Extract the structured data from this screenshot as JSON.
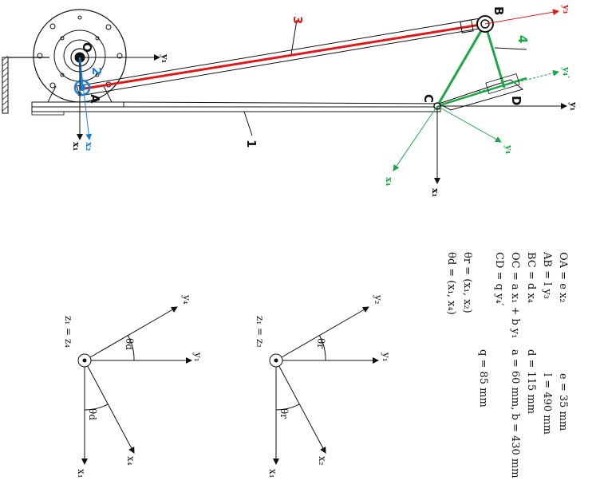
{
  "labels": {
    "part1": "1",
    "part2": "2",
    "part3": "3",
    "part4": "4",
    "pointO": "O",
    "pointA": "A",
    "pointB": "B",
    "pointC": "C",
    "pointD": "D"
  },
  "axes": {
    "x1": "x₁",
    "y1": "y₁",
    "x2": "x₂",
    "y3": "y₃",
    "x4": "x₄",
    "y4": "y₄",
    "y4p": "y₄′"
  },
  "equations": {
    "oa": "OA = e x₂",
    "ab": "AB = l y₃",
    "bc": "BC = d x₄",
    "oc": "OC = a x₁ + b y₁",
    "cd": "CD = q y₄′",
    "theta_r": "θr = (x₁, x₂)",
    "theta_d": "θd = (x₁, x₄)",
    "e": "e = 35 mm",
    "l": "l = 490 mm",
    "d": "d = 115 mm",
    "ab_vals": "a = 60 mm, b = 430 mm",
    "q": "q = 85 mm"
  },
  "angle_diagram_r": {
    "z": "z₁ = z₂",
    "y2": "y₂",
    "y1": "y₁",
    "x1": "x₁",
    "x2": "x₂",
    "theta": "θr"
  },
  "angle_diagram_d": {
    "z": "z₁ = z₄",
    "y4": "y₄",
    "y1": "y₁",
    "x1": "x₁",
    "x4": "x₄",
    "theta": "θd"
  },
  "colors": {
    "link3": "#e01818",
    "link2": "#1a7fd4",
    "link4": "#1aa845",
    "black": "#111111"
  }
}
